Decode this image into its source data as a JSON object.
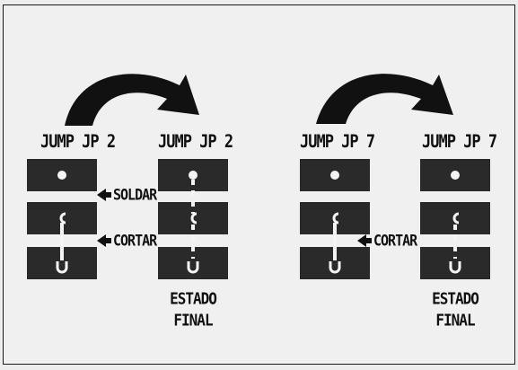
{
  "panels": [
    {
      "left_title": "JUMP JP 2",
      "right_title": "JUMP JP 2",
      "annotation_top": "SOLDAR",
      "annotation_bottom": "CORTAR",
      "final_line1": "ESTADO",
      "final_line2": "FINAL"
    },
    {
      "left_title": "JUMP JP 7",
      "right_title": "JUMP JP 7",
      "annotation_bottom": "CORTAR",
      "final_line1": "ESTADO",
      "final_line2": "FINAL"
    }
  ],
  "colors": {
    "ink": "#111111",
    "block": "#2a2a2a",
    "background": "#f0f0f0"
  }
}
